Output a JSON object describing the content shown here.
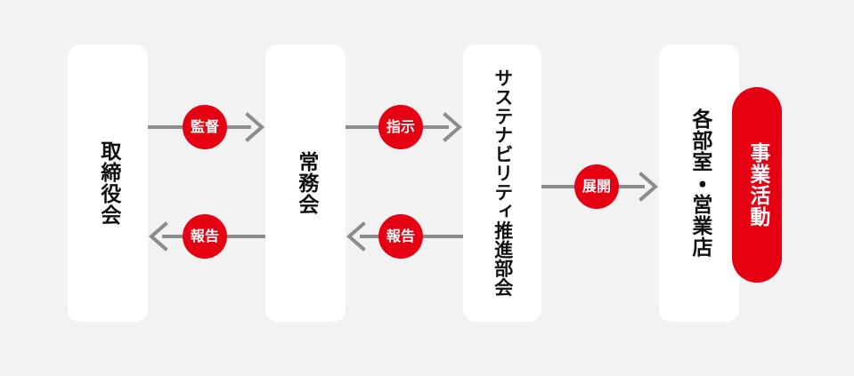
{
  "diagram": {
    "type": "governance-flow",
    "background_color": "#f2f2f2",
    "accent_color": "#e50012",
    "connector_color": "#8c8c8c",
    "nodes": [
      {
        "id": "board",
        "label": "取締役会"
      },
      {
        "id": "executive",
        "label": "常務会"
      },
      {
        "id": "sustainability",
        "label": "サステナビリティ推進部会"
      },
      {
        "id": "departments",
        "label": "各部室・営業店"
      },
      {
        "id": "activity",
        "label": "事業活動"
      }
    ],
    "relations": [
      {
        "id": "supervise",
        "label": "監督",
        "direction": "right"
      },
      {
        "id": "report-1",
        "label": "報告",
        "direction": "left"
      },
      {
        "id": "instruct",
        "label": "指示",
        "direction": "right"
      },
      {
        "id": "report-2",
        "label": "報告",
        "direction": "left"
      },
      {
        "id": "deploy",
        "label": "展開",
        "direction": "right"
      }
    ]
  }
}
